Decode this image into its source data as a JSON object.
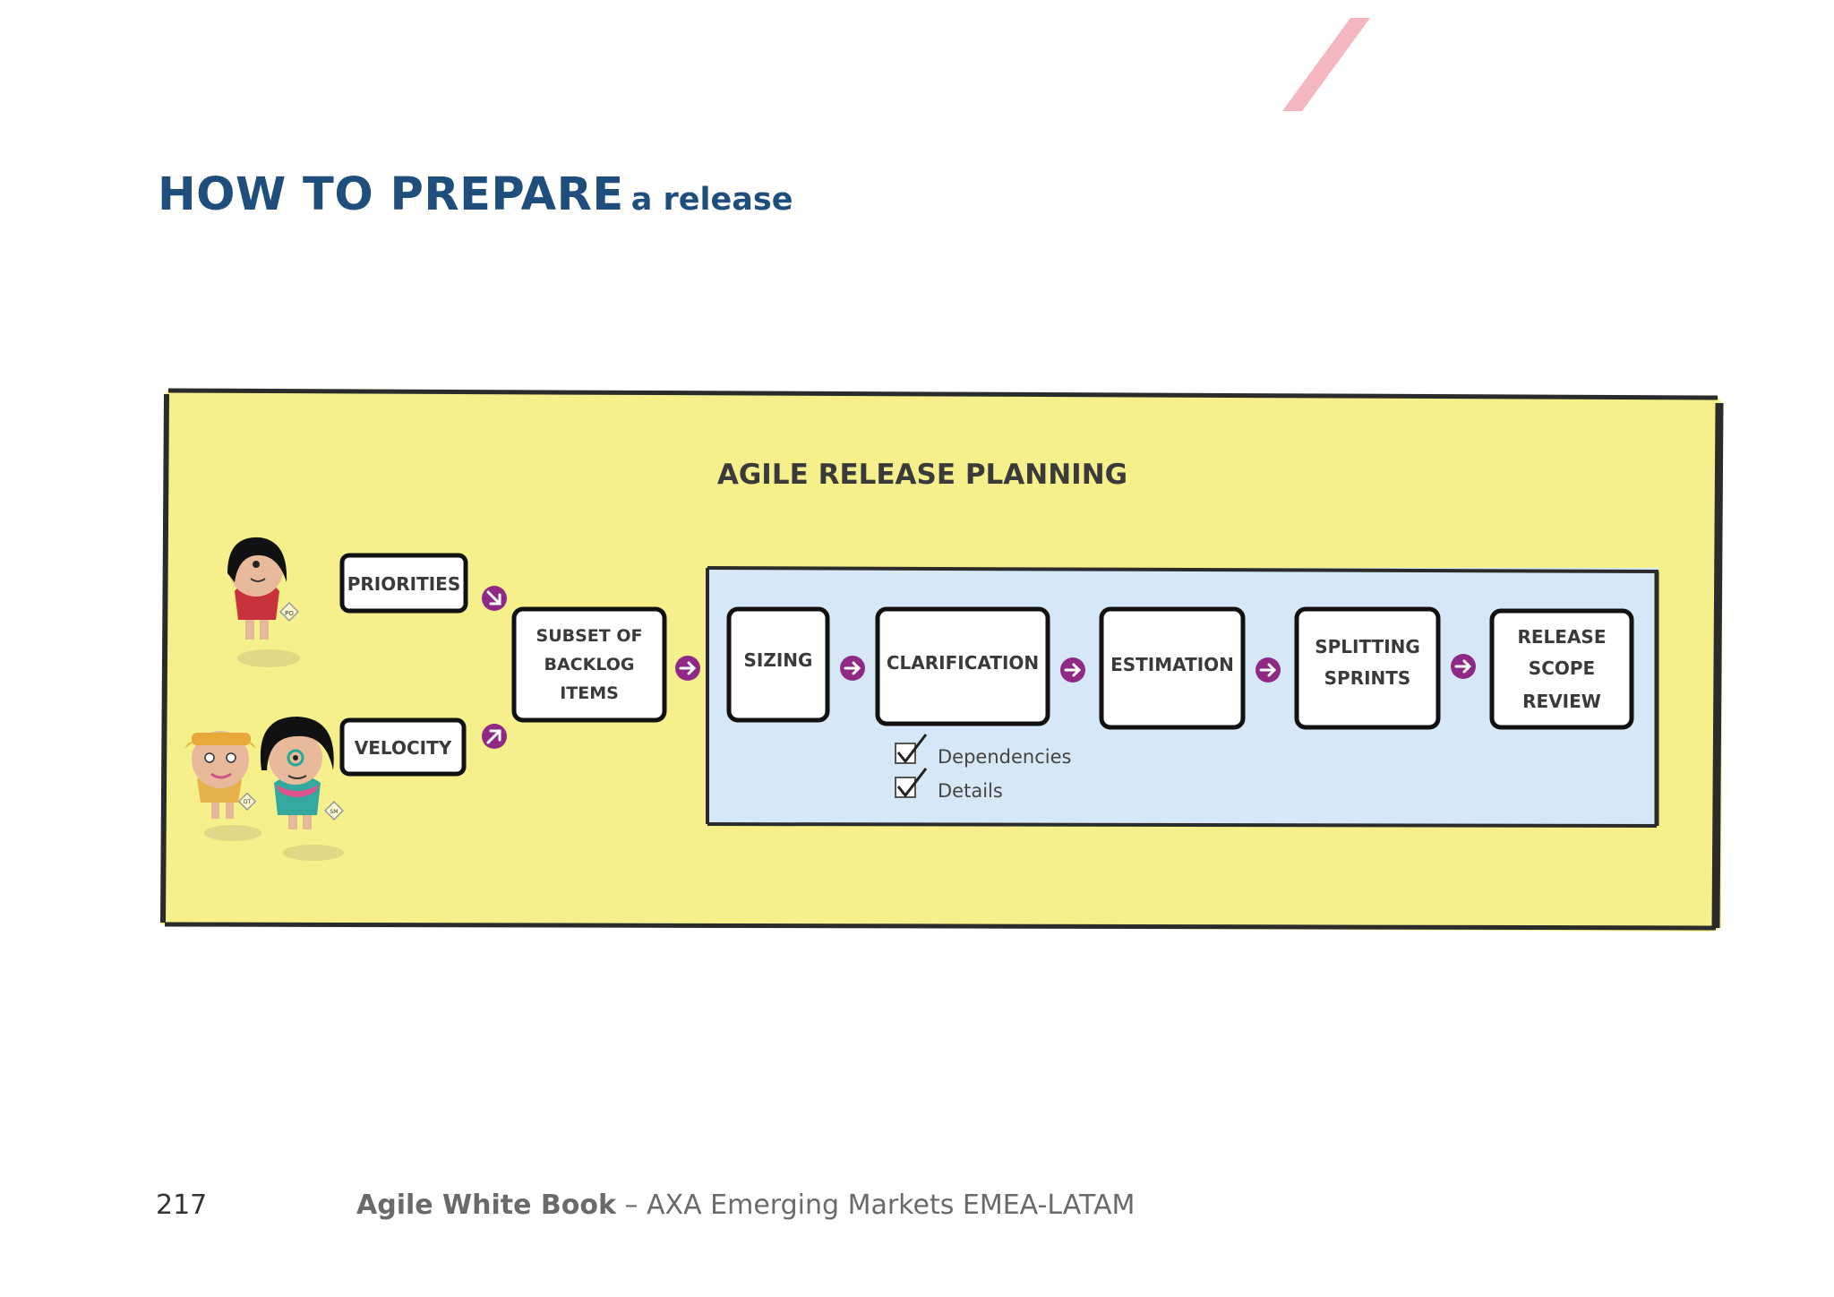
{
  "title": {
    "main": "HOW TO PREPARE",
    "sub": "a release"
  },
  "diagram": {
    "heading": "AGILE RELEASE PLANNING",
    "inputs": [
      {
        "lines": [
          "PRIORITIES"
        ],
        "role_badge": "PO"
      },
      {
        "lines": [
          "VELOCITY"
        ],
        "role_badges": [
          "DT",
          "SM"
        ]
      }
    ],
    "subset": {
      "lines": [
        "SUBSET OF",
        "BACKLOG",
        "ITEMS"
      ]
    },
    "steps": [
      {
        "lines": [
          "SIZING"
        ]
      },
      {
        "lines": [
          "CLARIFICATION"
        ]
      },
      {
        "lines": [
          "ESTIMATION"
        ]
      },
      {
        "lines": [
          "SPLITTING",
          "SPRINTS"
        ]
      },
      {
        "lines": [
          "RELEASE",
          "SCOPE",
          "REVIEW"
        ]
      }
    ],
    "checklist": [
      "Dependencies",
      "Details"
    ],
    "colors": {
      "background": "#f6f08c",
      "panel": "#d6e8f7",
      "arrow": "#8e2a86",
      "title": "#1f4e7d",
      "accent": "#f4b6bf"
    }
  },
  "footer": {
    "page_number": "217",
    "book": "Agile White Book",
    "separator": " – ",
    "org": "AXA Emerging Markets EMEA-LATAM"
  }
}
